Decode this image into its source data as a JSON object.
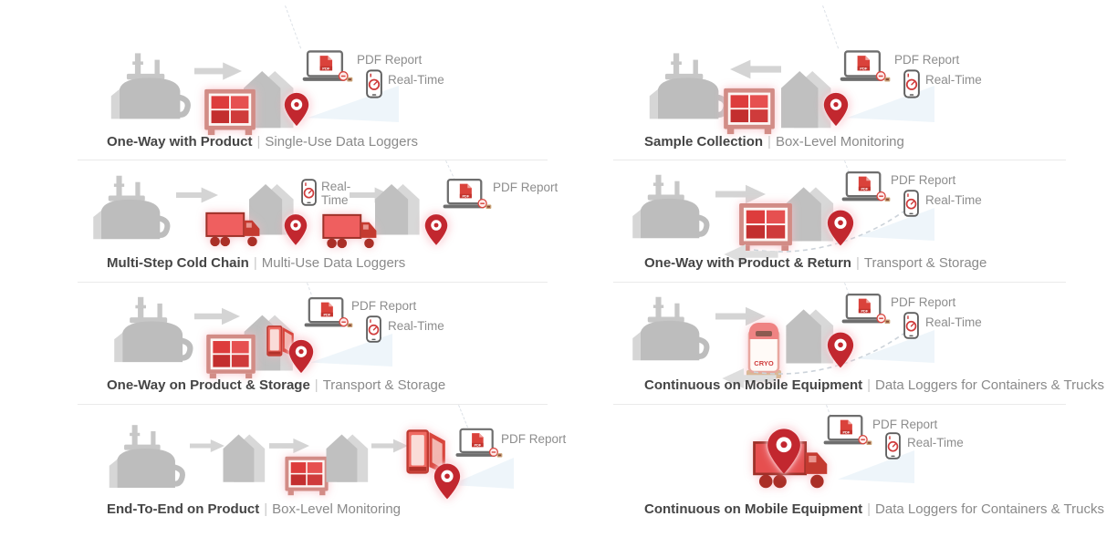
{
  "labels": {
    "pdf_report": "PDF Report",
    "real_time": "Real-Time",
    "cryo": "CRYO",
    "pdf_file": "PDF"
  },
  "colors": {
    "accent_red": "#cf3b3b",
    "pin_red": "#c2272f",
    "building_gray": "#bfbfbf",
    "title_text": "#454545",
    "subtitle_text": "#8a8a8a",
    "divider": "#eaeaea"
  },
  "icons": {
    "factory": "factory-building-icon",
    "warehouse": "warehouse-icon",
    "arrow": "flow-arrow-icon",
    "product_box": "product-box-icon",
    "truck": "truck-icon",
    "pin": "location-pin-icon",
    "laptop": "laptop-pdf-icon",
    "phone": "phone-monitor-icon",
    "cryo": "cryo-container-icon",
    "cabinet": "cold-storage-cabinet-icon"
  },
  "panels": [
    {
      "title": "One-Way with Product",
      "sep": "|",
      "subtitle": "Single-Use Data Loggers"
    },
    {
      "title": "Multi-Step Cold Chain",
      "sep": "|",
      "subtitle": "Multi-Use Data Loggers"
    },
    {
      "title": "One-Way on Product & Storage",
      "sep": "|",
      "subtitle": "Transport & Storage"
    },
    {
      "title": "End-To-End on Product",
      "sep": "|",
      "subtitle": "Box-Level Monitoring"
    },
    {
      "title": "Sample Collection",
      "sep": "|",
      "subtitle": "Box-Level Monitoring"
    },
    {
      "title": "One-Way with Product & Return",
      "sep": "|",
      "subtitle": "Transport & Storage"
    },
    {
      "title": "Continuous on Mobile Equipment",
      "sep": "|",
      "subtitle": "Data Loggers for Containers & Trucks"
    },
    {
      "title": "Continuous on Mobile Equipment",
      "sep": "|",
      "subtitle": "Data Loggers for Containers & Trucks"
    }
  ]
}
